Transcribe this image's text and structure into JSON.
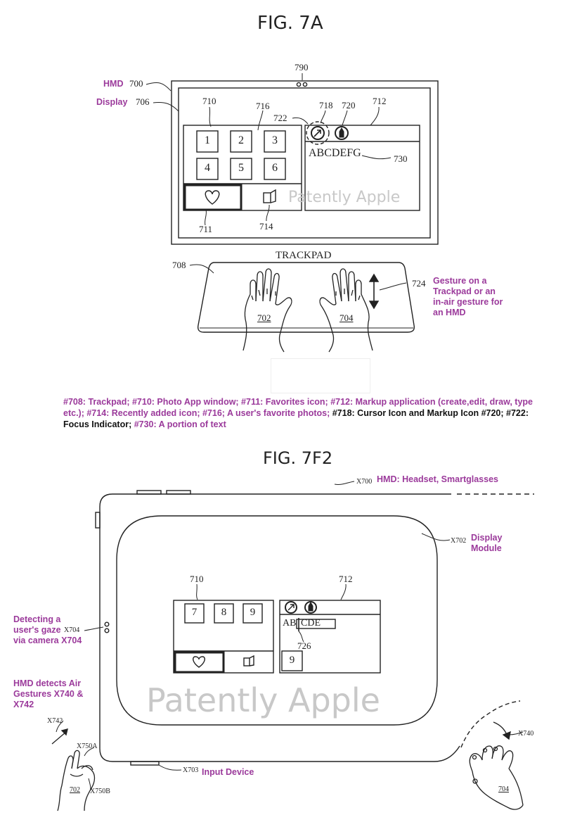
{
  "fig7a": {
    "title": "FIG. 7A",
    "hmd_label": "HMD",
    "hmd_ref": "700",
    "display_label": "Display",
    "display_ref": "706",
    "camera_ref": "790",
    "refs": {
      "r710": "710",
      "r716": "716",
      "r722": "722",
      "r718": "718",
      "r720": "720",
      "r712": "712",
      "r730": "730",
      "r711": "711",
      "r714": "714",
      "r708": "708",
      "r724": "724",
      "r702": "702",
      "r704": "704"
    },
    "photo_tiles": [
      "1",
      "2",
      "3",
      "4",
      "5",
      "6"
    ],
    "markup_text": "ABCDEFG",
    "trackpad_label": "TRACKPAD",
    "gesture_callout": [
      "Gesture on a",
      "Trackpad or an",
      "in-air gesture for",
      "an HMD"
    ],
    "watermark": "Patently Apple"
  },
  "caption": {
    "parts": [
      {
        "text": "#708: Trackpad; #710: Photo App window; #711: Favorites icon; #712: Markup application (create,edit, draw, type etc.); #714: Recently added icon; #716; A user's favorite photos; ",
        "style": "p"
      },
      {
        "text": "#718: Cursor Icon and Markup Icon #720; #722: Focus Indicator; ",
        "style": "k"
      },
      {
        "text": "#730: A portion of text",
        "style": "p"
      }
    ]
  },
  "fig7f2": {
    "title": "FIG. 7F2",
    "hmd_ref": "X700",
    "hmd_label": "HMD: Headset, Smartglasses",
    "display_ref": "X702",
    "display_label": [
      "Display",
      "Module"
    ],
    "gaze_label": [
      "Detecting a",
      "user's gaze",
      "via camera X704"
    ],
    "gaze_ref": "X704",
    "air_label": [
      "HMD detects Air",
      "Gestures X740 &",
      "X742"
    ],
    "input_ref": "X703",
    "input_label": "Input Device",
    "refs": {
      "r710": "710",
      "r712": "712",
      "r726": "726",
      "x742": "X742",
      "x750a": "X750A",
      "x750b": "X750B",
      "x740": "X740",
      "r702": "702",
      "r704": "704"
    },
    "photo_tiles": [
      "7",
      "8",
      "9"
    ],
    "markup_text_prefix": "AB",
    "markup_text_suffix": "CDE",
    "dropped_tile": "9",
    "watermark": "Patently Apple"
  },
  "colors": {
    "accent": "#9b3a9b",
    "line": "#222222",
    "watermark": "#c8c8c8"
  }
}
